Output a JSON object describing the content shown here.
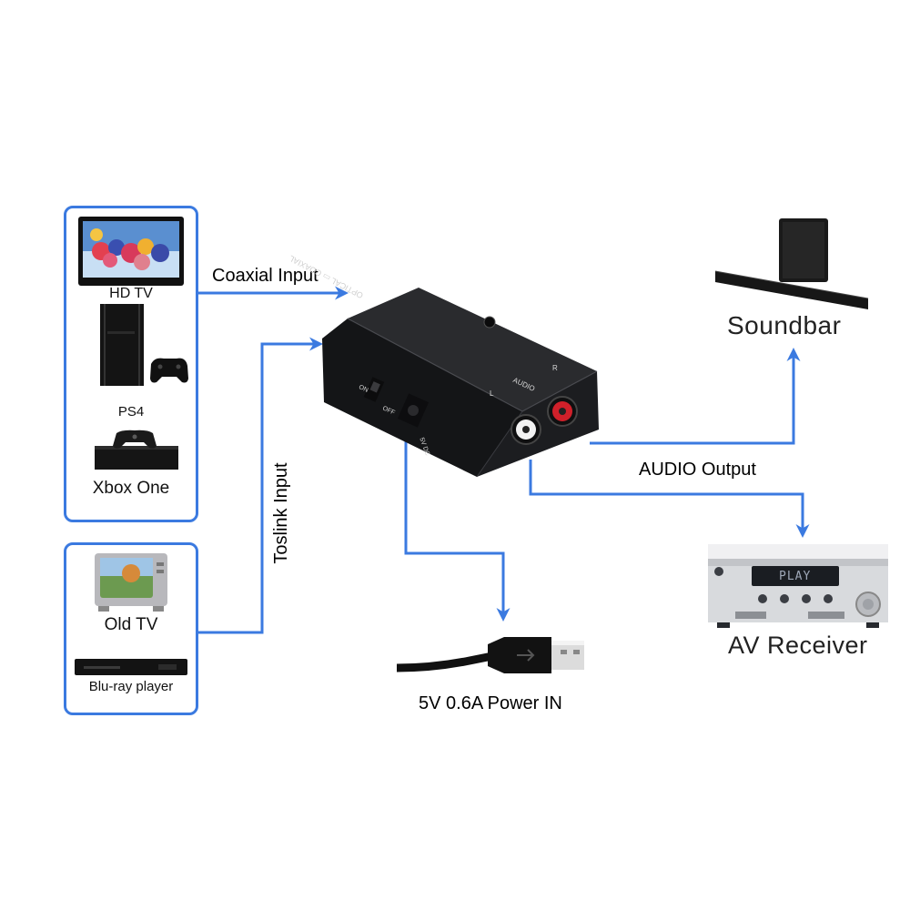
{
  "inputs": {
    "coaxial_sources": [
      "HD TV",
      "PS4",
      "Xbox One"
    ],
    "toslink_sources": [
      "Old TV",
      "Blu-ray player"
    ]
  },
  "flows": {
    "coaxial_input": "Coaxial Input",
    "toslink_input": "Toslink Input",
    "audio_output": "AUDIO Output",
    "power_in": "5V 0.6A Power IN"
  },
  "outputs": {
    "soundbar": "Soundbar",
    "av_receiver": "AV Receiver"
  },
  "converter": {
    "top_label": "OPTICAL ▭ COAXIAL",
    "audio_label": "AUDIO",
    "left_channel": "L",
    "right_channel": "R",
    "switch_on": "ON",
    "switch_off": "OFF",
    "dc_label": "5V DC"
  },
  "receiver_display": "PLAY",
  "colors": {
    "accent": "#3b7ae0",
    "device_body": "#1c1d20",
    "rca_red": "#d0202a",
    "rca_white": "#f2f2f2"
  }
}
